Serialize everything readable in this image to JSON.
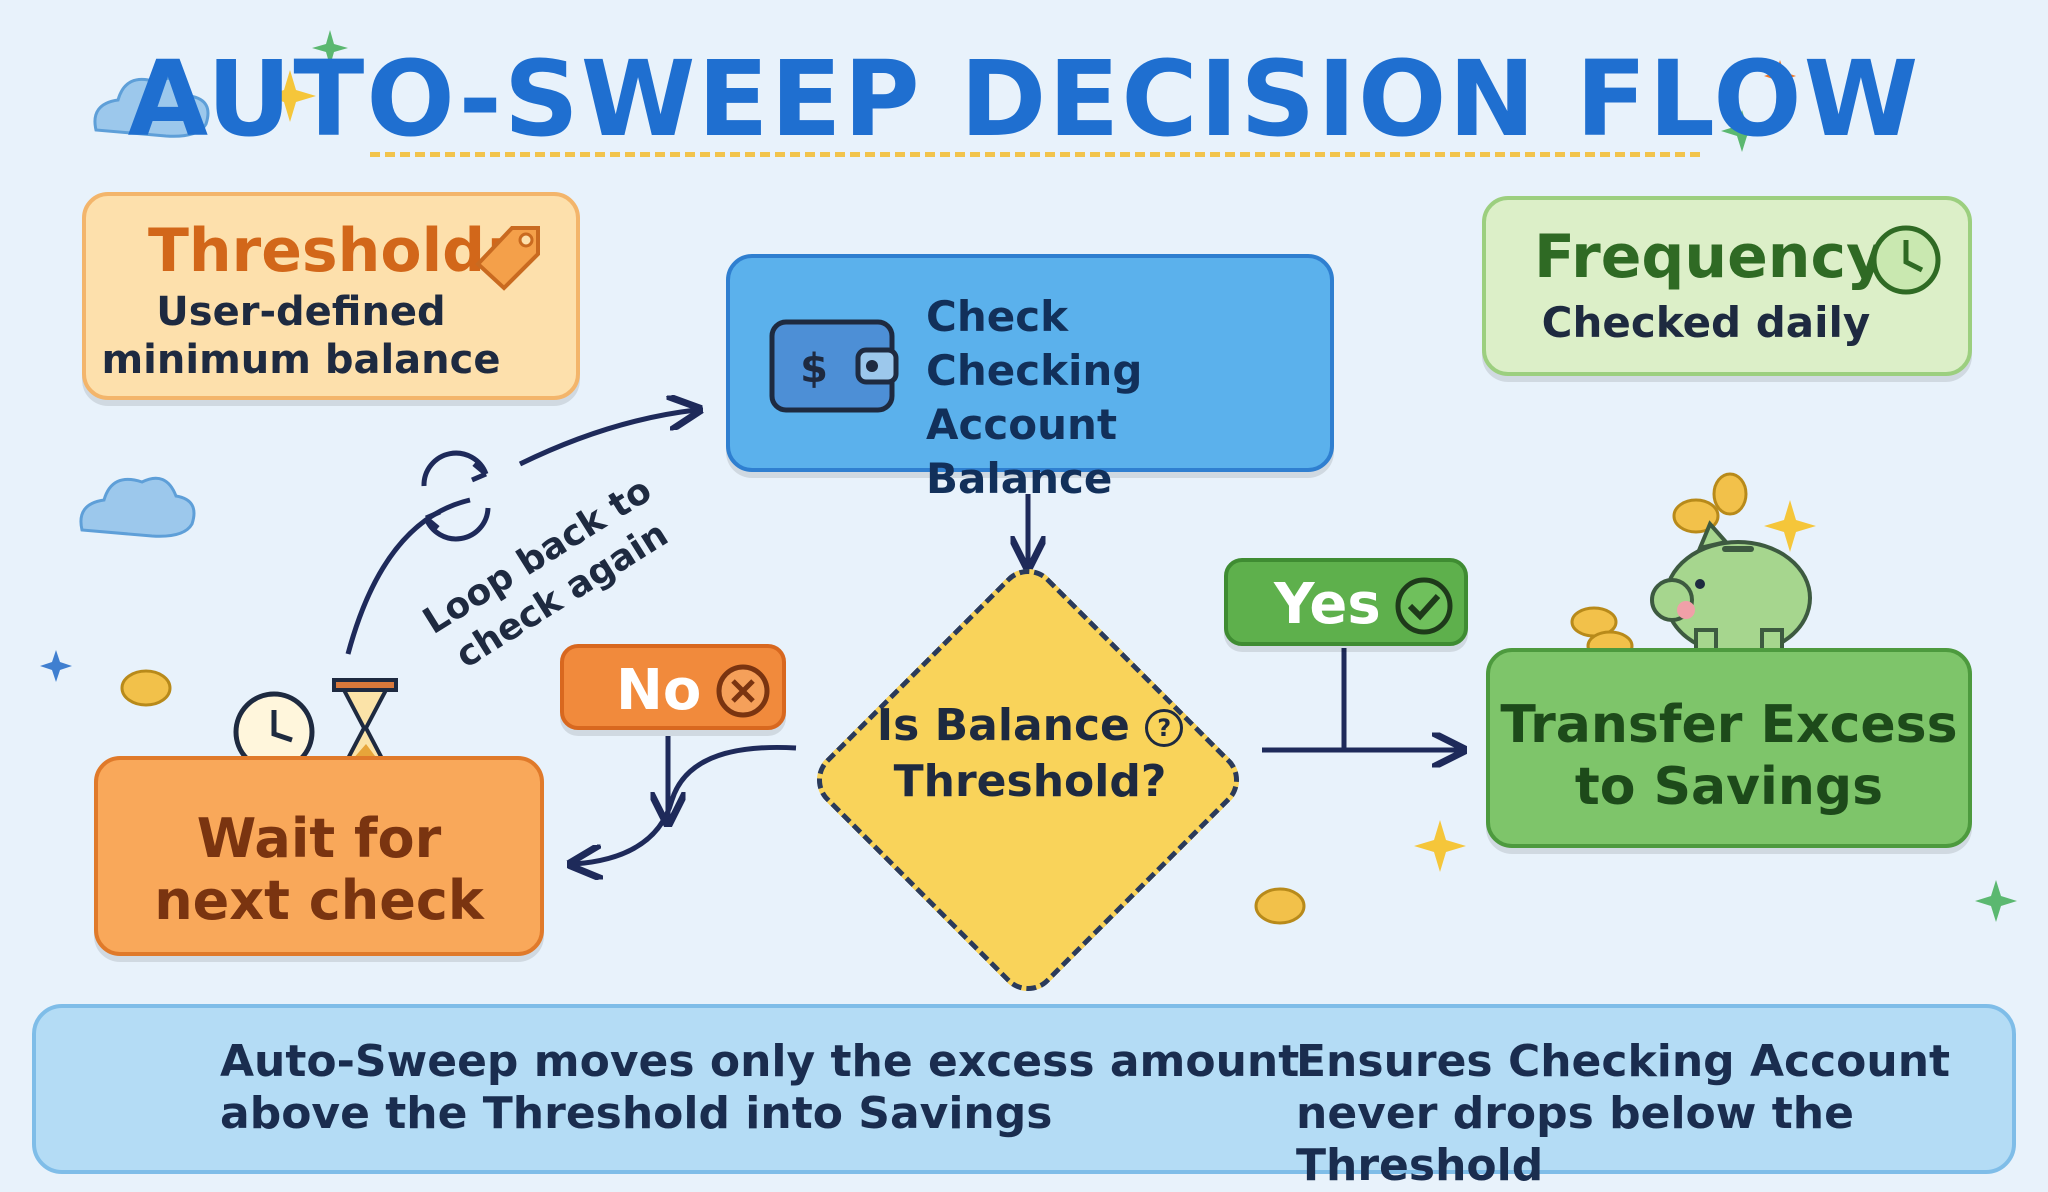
{
  "title": "AUTO-SWEEP DECISION FLOW",
  "threshold": {
    "title": "Threshold:",
    "text_line1": "User-defined",
    "text_line2": "minimum balance"
  },
  "frequency": {
    "title": "Frequency:",
    "text": "Checked daily"
  },
  "check": {
    "line1": "Check",
    "line2": "Checking Account",
    "line3": "Balance"
  },
  "decision": {
    "line1": "Is Balance ",
    "line1_symbol": "?",
    "line2": "Threshold?"
  },
  "branches": {
    "yes": "Yes",
    "no": "No"
  },
  "transfer": {
    "line1": "Transfer Excess",
    "line2": "to Savings"
  },
  "wait": {
    "line1": "Wait for",
    "line2": "next check"
  },
  "loop": {
    "line1": "Loop back to",
    "line2": "check again"
  },
  "notes": {
    "note1_line1": "Auto-Sweep moves only the excess amount",
    "note1_line2": "above the Threshold into Savings",
    "note2_line1": "Ensures Checking Account",
    "note2_line2": "never drops below the Threshold"
  },
  "icons": {
    "price_tag": "price-tag-icon",
    "clock": "clock-icon",
    "wallet": "wallet-icon",
    "check_circle": "check-circle-icon",
    "x_circle": "x-circle-icon",
    "hourglass": "hourglass-icon",
    "refresh": "refresh-icon",
    "piggy_bank": "piggy-bank-icon",
    "lightbulb": "lightbulb-icon",
    "shield": "shield-check-icon"
  },
  "colors": {
    "title": "#1f6fd0",
    "threshold": "#fde0ac",
    "frequency": "#dcefc8",
    "check": "#5bb1ec",
    "decision": "#f9d35a",
    "transfer": "#7ec56a",
    "wait": "#f9a85a",
    "yes": "#5eb04c",
    "no": "#f18a3c"
  }
}
